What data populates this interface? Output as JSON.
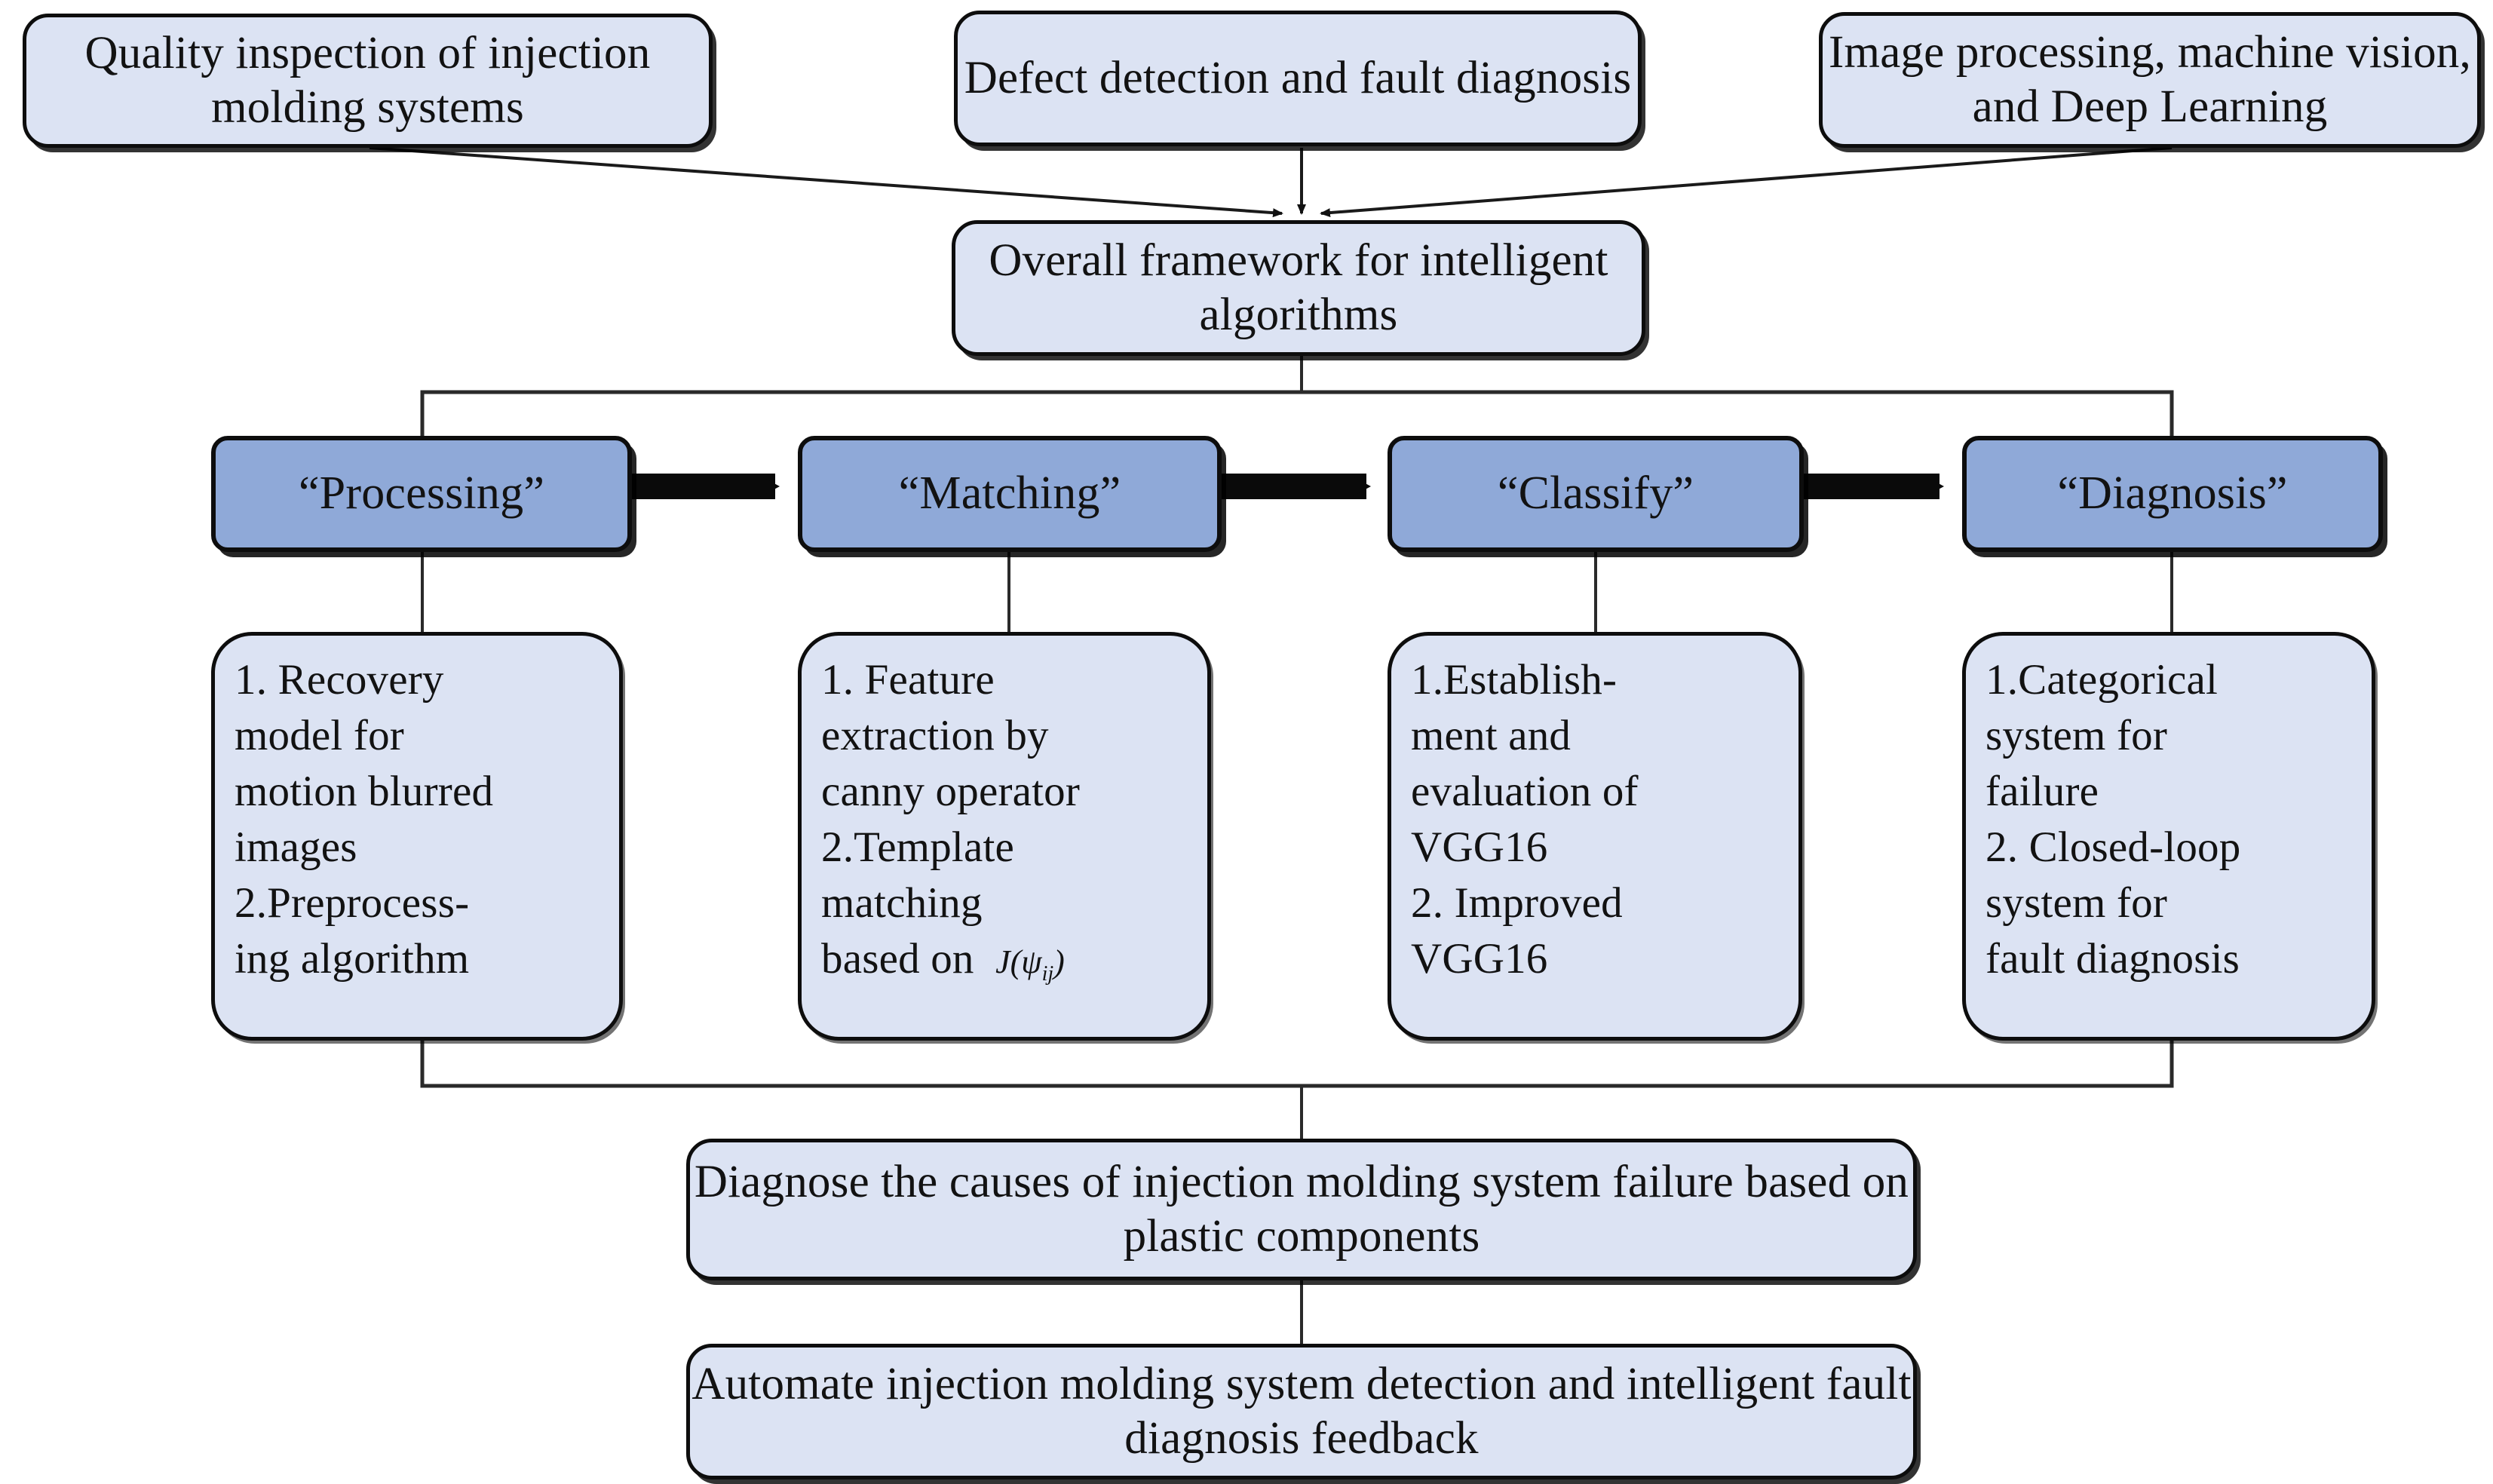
{
  "diagram": {
    "title": "Overall framework for intelligent algorithms",
    "colors": {
      "light_box_fill": "#dce3f3",
      "stage_box_fill": "#8fa9d8",
      "border": "#0d0d0d",
      "background": "#ffffff",
      "text": "#121212"
    },
    "sources": [
      {
        "id": "source-quality-inspection",
        "label": "Quality inspection of\ninjection molding systems"
      },
      {
        "id": "source-defect-detection",
        "label": "Defect detection and fault\ndiagnosis"
      },
      {
        "id": "source-image-processing",
        "label": "Image processing, machine\nvision, and Deep Learning"
      }
    ],
    "hub": {
      "id": "overall-framework",
      "label": "Overall framework for\nintelligent algorithms"
    },
    "stages": [
      {
        "id": "stage-processing",
        "label": "“Processing”"
      },
      {
        "id": "stage-matching",
        "label": "“Matching”"
      },
      {
        "id": "stage-classify",
        "label": "“Classify”"
      },
      {
        "id": "stage-diagnosis",
        "label": "“Diagnosis”"
      }
    ],
    "details": [
      {
        "id": "detail-processing",
        "text": "1. Recovery\nmodel for\nmotion blurred\nimages\n2.Preprocess-\ning algorithm",
        "formula": null
      },
      {
        "id": "detail-matching",
        "text": "1. Feature\nextraction by\ncanny operator\n2.Template\nmatching\nbased on ",
        "formula": "J(ψij)"
      },
      {
        "id": "detail-classify",
        "text": "1.Establish-\nment and\nevaluation of\nVGG16\n2. Improved\nVGG16",
        "formula": null
      },
      {
        "id": "detail-diagnosis",
        "text": "1.Categorical\nsystem for\nfailure\n2. Closed-loop\nsystem for\nfault diagnosis",
        "formula": null
      }
    ],
    "outcomes": [
      {
        "id": "outcome-diagnose-causes",
        "label": "Diagnose the causes of injection molding system\nfailure based on plastic components"
      },
      {
        "id": "outcome-automate",
        "label": "Automate injection molding system detection and\nintelligent fault diagnosis feedback"
      }
    ]
  }
}
